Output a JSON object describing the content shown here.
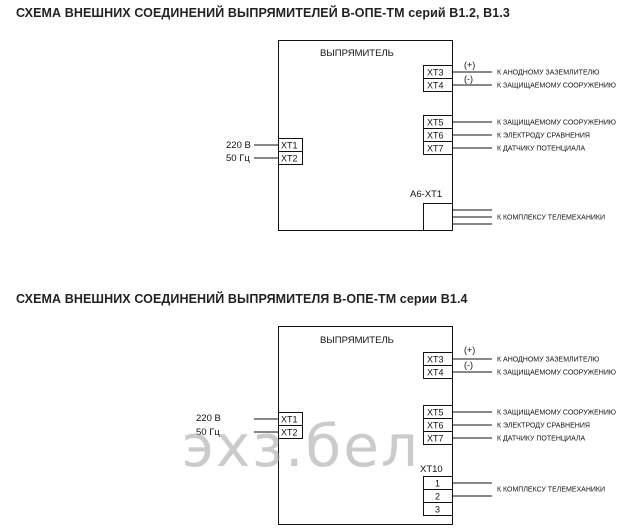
{
  "diagram1": {
    "title": "СХЕМА ВНЕШНИХ СОЕДИНЕНИЙ ВЫПРЯМИТЕЛЕЙ В-ОПЕ-ТМ серий В1.2, В1.3",
    "device_label": "ВЫПРЯМИТЕЛЬ",
    "input_voltage": "220 В",
    "input_freq": "50 Гц",
    "xt1": "ХТ1",
    "xt2": "ХТ2",
    "xt3": "ХТ3",
    "xt4": "ХТ4",
    "xt5": "ХТ5",
    "xt6": "ХТ6",
    "xt7": "ХТ7",
    "plus": "(+)",
    "minus": "(-)",
    "to_anode": "К АНОДНОМУ ЗАЗЕМЛИТЕЛЮ",
    "to_protected_1": "К ЗАЩИЩАЕМОМУ СООРУЖЕНИЮ",
    "to_protected_2": "К ЗАЩИЩАЕМОМУ СООРУЖЕНИЮ",
    "to_reference": "К ЭЛЕКТРОДУ СРАВНЕНИЯ",
    "to_sensor": "К ДАТЧИКУ ПОТЕНЦИАЛА",
    "a6_label": "А6-ХТ1",
    "to_telemechanics": "К КОМПЛЕКСУ ТЕЛЕМЕХАНИКИ"
  },
  "diagram2": {
    "title": "СХЕМА ВНЕШНИХ СОЕДИНЕНИЙ ВЫПРЯМИТЕЛЯ В-ОПЕ-ТМ серии В1.4",
    "device_label": "ВЫПРЯМИТЕЛЬ",
    "input_voltage": "220 В",
    "input_freq": "50 Гц",
    "xt1": "ХТ1",
    "xt2": "ХТ2",
    "xt3": "ХТ3",
    "xt4": "ХТ4",
    "xt5": "ХТ5",
    "xt6": "ХТ6",
    "xt7": "ХТ7",
    "plus": "(+)",
    "minus": "(-)",
    "to_anode": "К АНОДНОМУ ЗАЗЕМЛИТЕЛЮ",
    "to_protected_1": "К ЗАЩИЩАЕМОМУ СООРУЖЕНИЮ",
    "to_protected_2": "К ЗАЩИЩАЕМОМУ СООРУЖЕНИЮ",
    "to_reference": "К ЭЛЕКТРОДУ СРАВНЕНИЯ",
    "to_sensor": "К ДАТЧИКУ ПОТЕНЦИАЛА",
    "xt10_label": "ХТ10",
    "pin1": "1",
    "pin2": "2",
    "pin3": "3",
    "to_telemechanics": "К КОМПЛЕКСУ ТЕЛЕМЕХАНИКИ"
  },
  "watermark": "эхз.бел"
}
